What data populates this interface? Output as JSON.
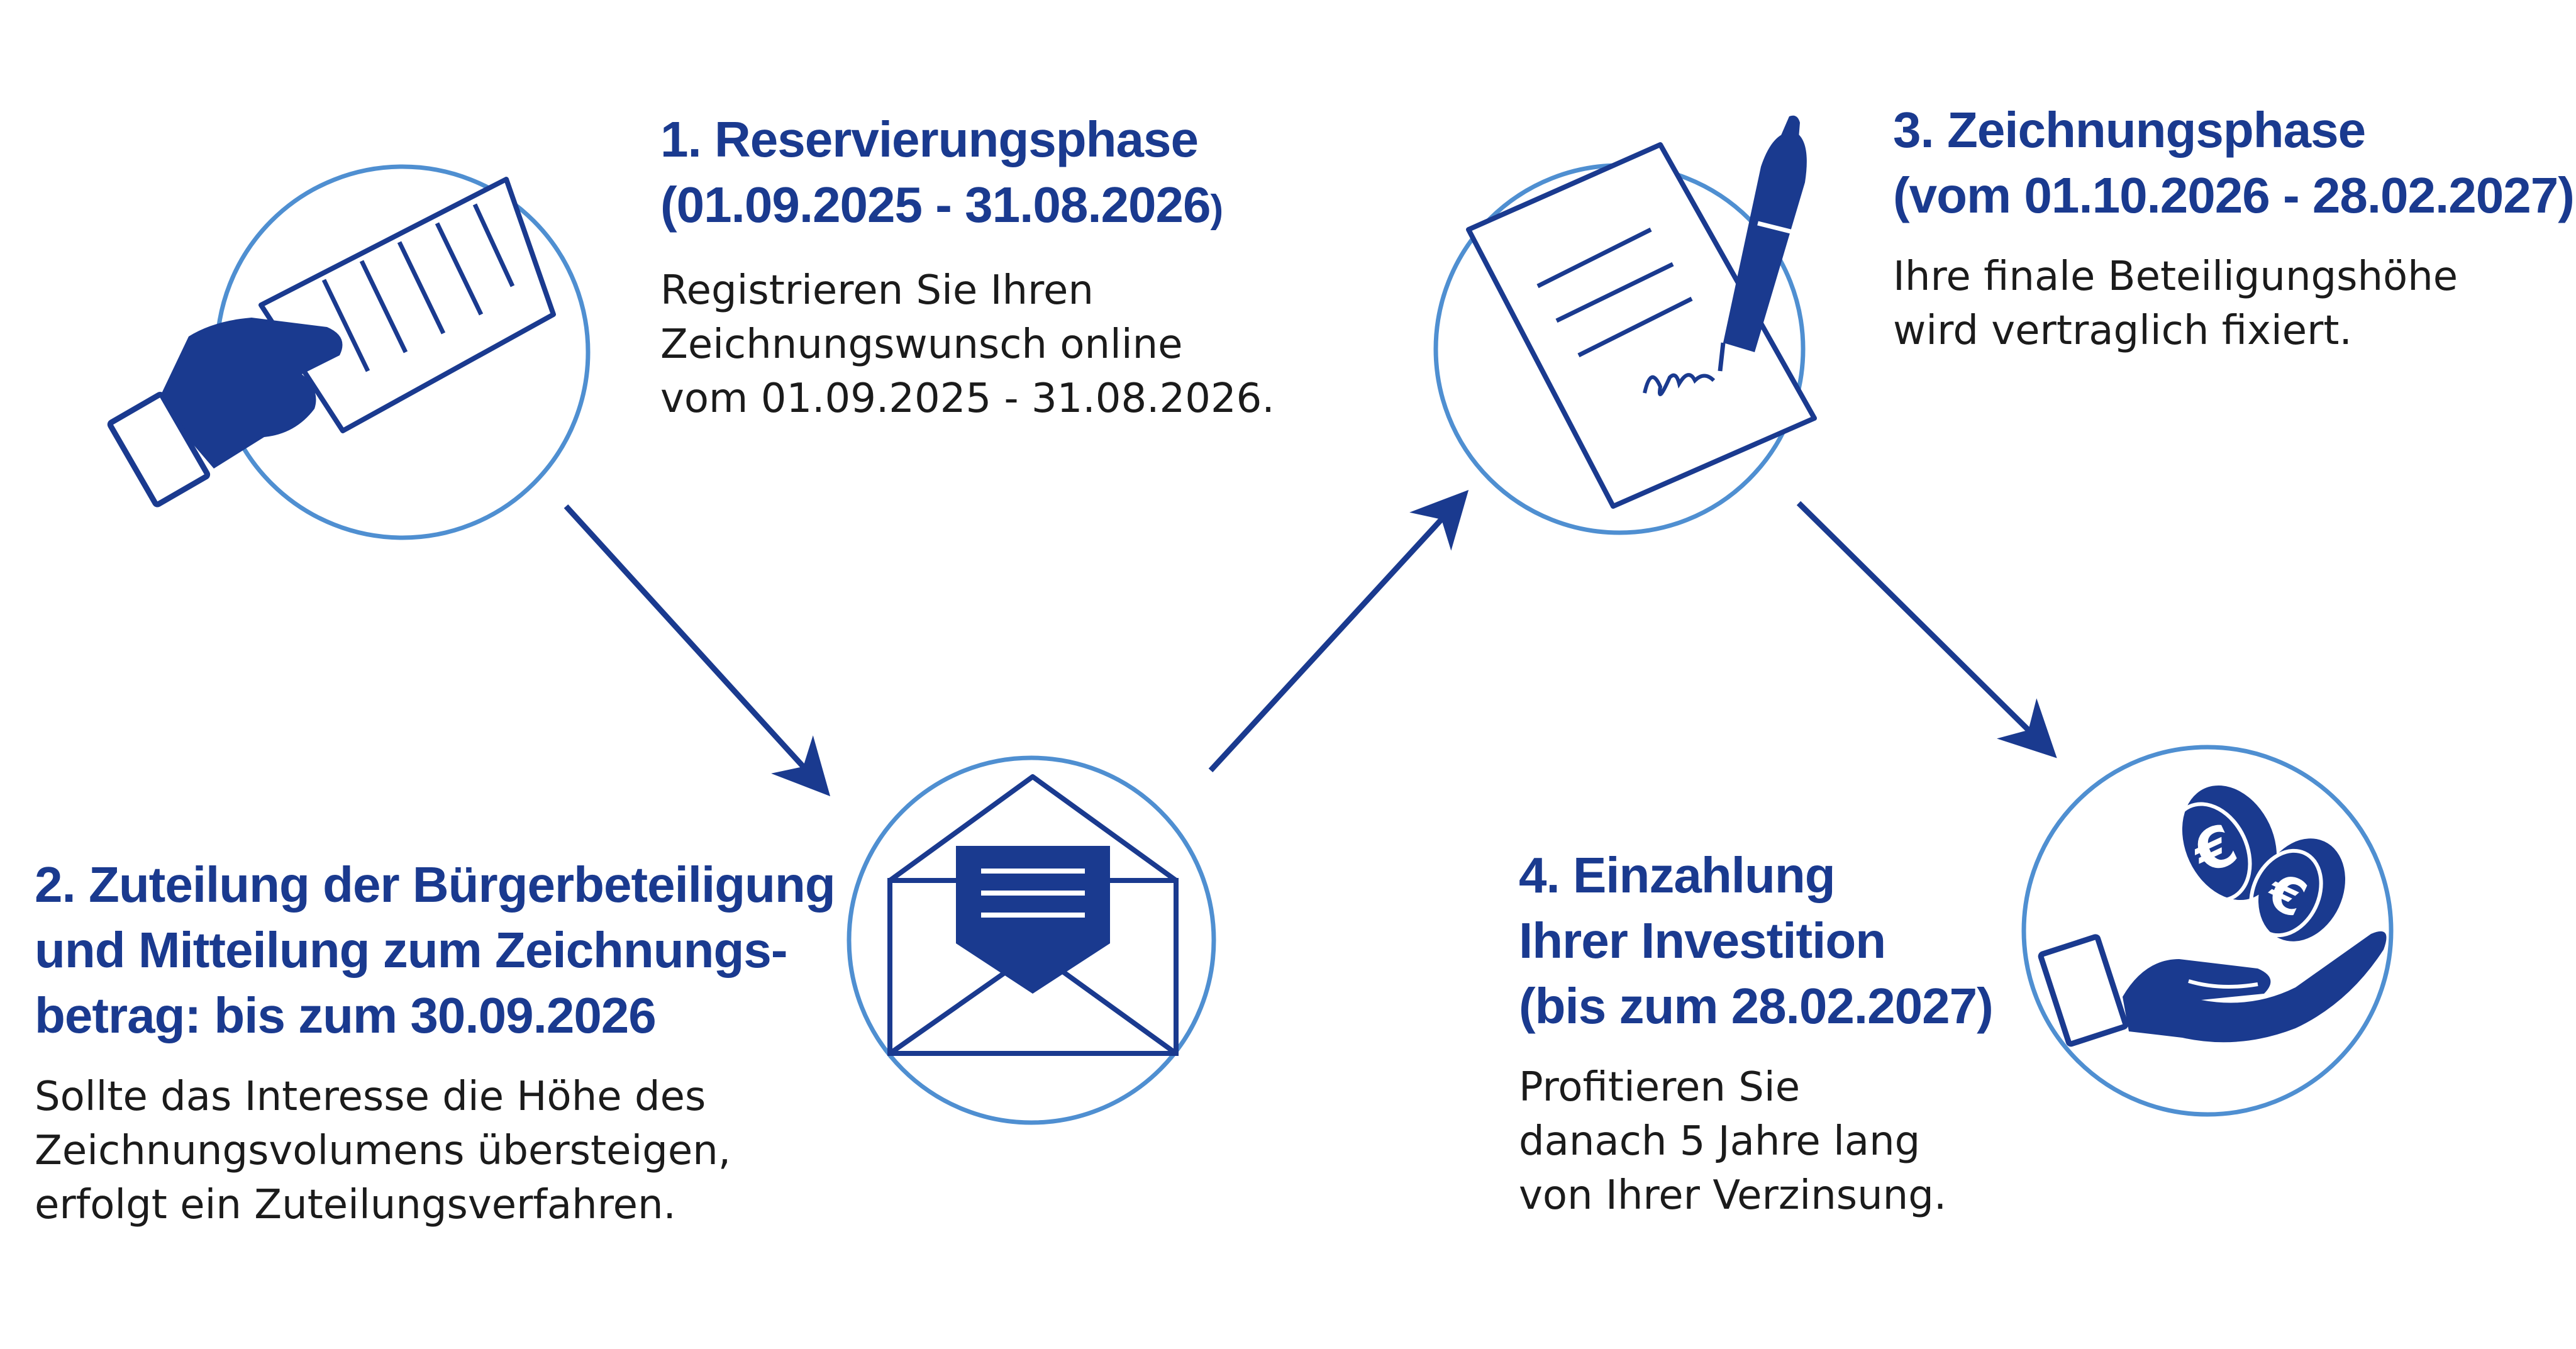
{
  "colors": {
    "navy": "#1a3a8f",
    "ring": "#4f8fd1",
    "text": "#1b1b1b",
    "background": "#ffffff"
  },
  "steps": [
    {
      "icon": "hand-document-icon",
      "heading": [
        "1. Reservierungsphase",
        "(01.09.2025 - 31.08.2026",
        ")"
      ],
      "body": [
        "Registrieren Sie Ihren",
        "Zeichnungswunsch online",
        "vom 01.09.2025 - 31.08.2026."
      ]
    },
    {
      "icon": "envelope-letter-icon",
      "heading": [
        "2. Zuteilung der Bürgerbeteiligung",
        "und Mitteilung zum Zeichnungs-",
        "betrag: bis zum 30.09.2026"
      ],
      "body": [
        "Sollte das Interesse die Höhe des",
        "Zeichnungsvolumens übersteigen,",
        "erfolgt ein Zuteilungsverfahren."
      ]
    },
    {
      "icon": "signed-contract-pen-icon",
      "heading": [
        "3. Zeichnungsphase",
        "(vom 01.10.2026 - 28.02.2027)"
      ],
      "body": [
        "Ihre finale Beteiligungshöhe",
        "wird vertraglich fixiert."
      ]
    },
    {
      "icon": "hand-euro-coins-icon",
      "heading": [
        "4. Einzahlung",
        "Ihrer Investition",
        "(bis zum 28.02.2027)"
      ],
      "body": [
        "Profitieren Sie",
        "danach 5 Jahre lang",
        "von Ihrer Verzinsung."
      ]
    }
  ]
}
